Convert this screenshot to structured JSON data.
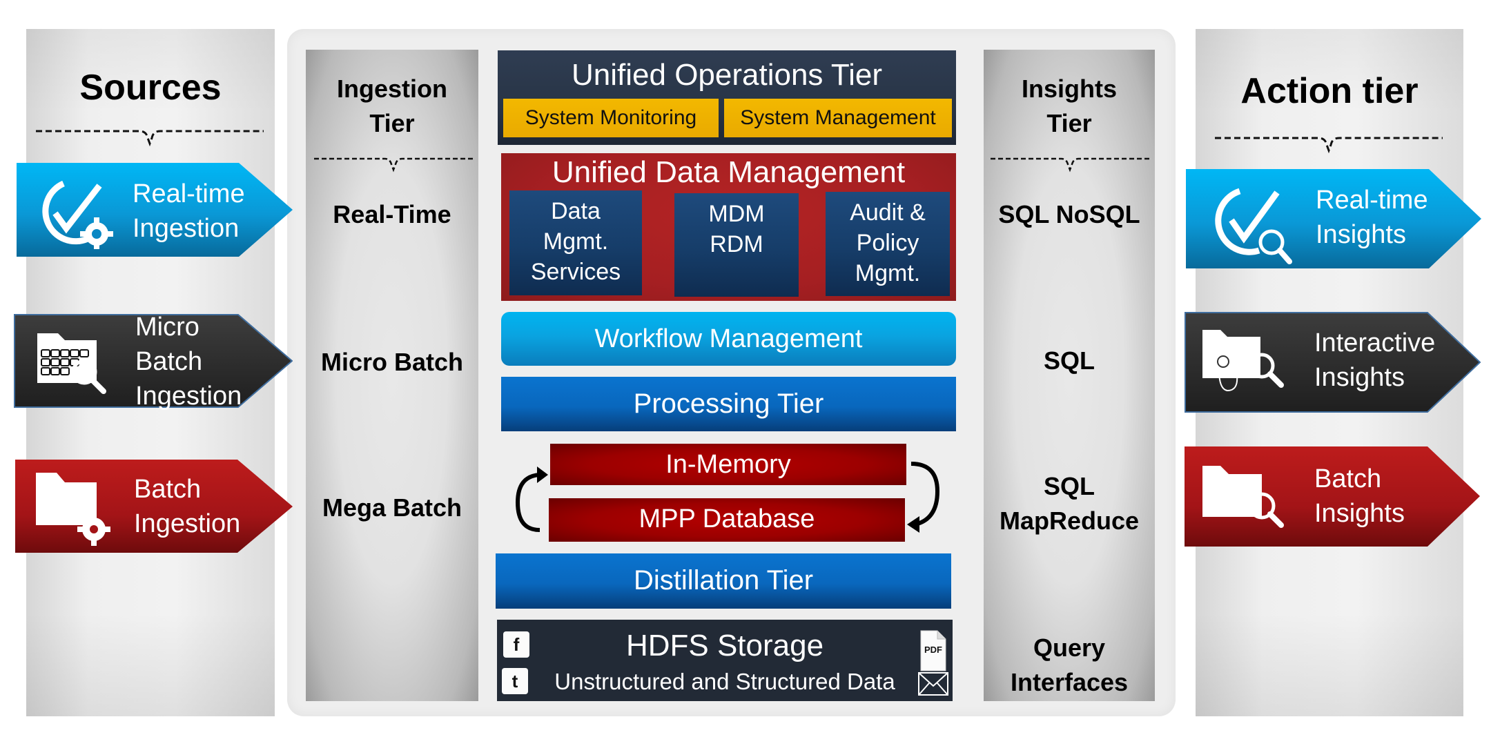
{
  "sources": {
    "title": "Sources",
    "items": [
      {
        "line1": "Real-time",
        "line2": "Ingestion",
        "line3": "",
        "icon": "clock-check-gear-icon",
        "color": "blue"
      },
      {
        "line1": "Micro",
        "line2": "Batch",
        "line3": "Ingestion",
        "icon": "folder-grid-search-icon",
        "color": "dark"
      },
      {
        "line1": "Batch",
        "line2": "Ingestion",
        "line3": "",
        "icon": "folder-gear-icon",
        "color": "red"
      }
    ]
  },
  "ingestion": {
    "title_line1": "Ingestion",
    "title_line2": "Tier",
    "labels": [
      "Real-Time",
      "Micro Batch",
      "Mega Batch"
    ]
  },
  "operations": {
    "title": "Unified Operations Tier",
    "items": [
      "System Monitoring",
      "System Management"
    ]
  },
  "data_management": {
    "title": "Unified Data Management",
    "boxes": [
      {
        "lines": [
          "Data",
          "Mgmt.",
          "Services"
        ]
      },
      {
        "lines": [
          "MDM",
          "RDM",
          ""
        ]
      },
      {
        "lines": [
          "Audit &",
          "Policy",
          "Mgmt."
        ]
      }
    ]
  },
  "workflow": {
    "label": "Workflow Management"
  },
  "processing": {
    "label": "Processing Tier"
  },
  "storage_engines": {
    "in_memory": "In-Memory",
    "mpp": "MPP Database"
  },
  "distillation": {
    "label": "Distillation Tier"
  },
  "hdfs": {
    "title": "HDFS Storage",
    "subtitle": "Unstructured and Structured Data",
    "icons": {
      "facebook": "f",
      "twitter": "t",
      "pdf": "PDF"
    }
  },
  "insights": {
    "title_line1": "Insights",
    "title_line2": "Tier",
    "labels": [
      {
        "line1": "SQL NoSQL",
        "line2": ""
      },
      {
        "line1": "SQL",
        "line2": ""
      },
      {
        "line1": "SQL",
        "line2": "MapReduce"
      },
      {
        "line1": "Query",
        "line2": "Interfaces"
      }
    ]
  },
  "action": {
    "title": "Action tier",
    "items": [
      {
        "line1": "Real-time",
        "line2": "Insights",
        "icon": "clock-check-search-icon",
        "color": "blue"
      },
      {
        "line1": "Interactive",
        "line2": "Insights",
        "icon": "folder-touch-search-icon",
        "color": "dark"
      },
      {
        "line1": "Batch",
        "line2": "Insights",
        "icon": "folder-search-icon",
        "color": "red"
      }
    ]
  },
  "colors": {
    "blue_arrow": "#0aa2dd",
    "dark_arrow": "#2b2b2b",
    "red_arrow": "#a31417",
    "ops_navy": "#2b374a",
    "yellow": "#f0b400",
    "udm_red": "#a61f22",
    "workflow_cyan": "#0aa3e0",
    "tier_blue": "#0967bd",
    "engine_red": "#9c0000",
    "hdfs_dark": "#222a36"
  }
}
